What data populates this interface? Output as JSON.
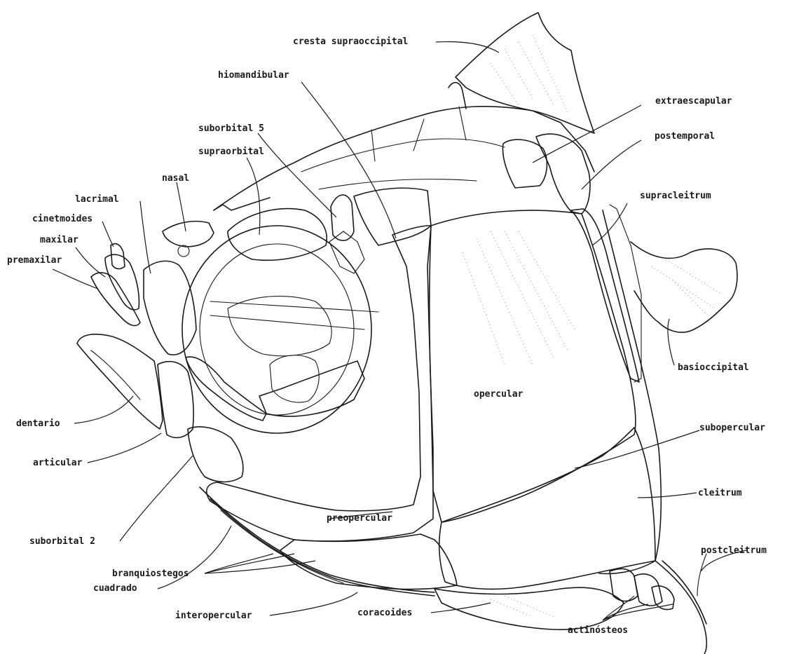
{
  "labels": {
    "cresta_supraoccipital": "cresta supraoccipital",
    "hiomandibular": "hiomandibular",
    "extraescapular": "extraescapular",
    "postemporal": "postemporal",
    "suborbital_5": "suborbital 5",
    "supraorbital": "supraorbital",
    "nasal": "nasal",
    "lacrimal": "lacrimal",
    "supracleitrum": "supracleitrum",
    "cinetmoides": "cinetmoides",
    "maxilar": "maxilar",
    "premaxilar": "premaxilar",
    "basioccipital": "basioccipital",
    "opercular": "opercular",
    "subopercular": "subopercular",
    "dentario": "dentario",
    "articular": "articular",
    "suborbital_2": "suborbital 2",
    "cleitrum": "cleitrum",
    "preopercular": "preopercular",
    "cuadrado": "cuadrado",
    "postcleitrum": "postcleitrum",
    "branquiostegos": "branquiostegos",
    "interopercular": "interopercular",
    "coracoides": "coracoides",
    "actinosteos": "actinósteos"
  }
}
